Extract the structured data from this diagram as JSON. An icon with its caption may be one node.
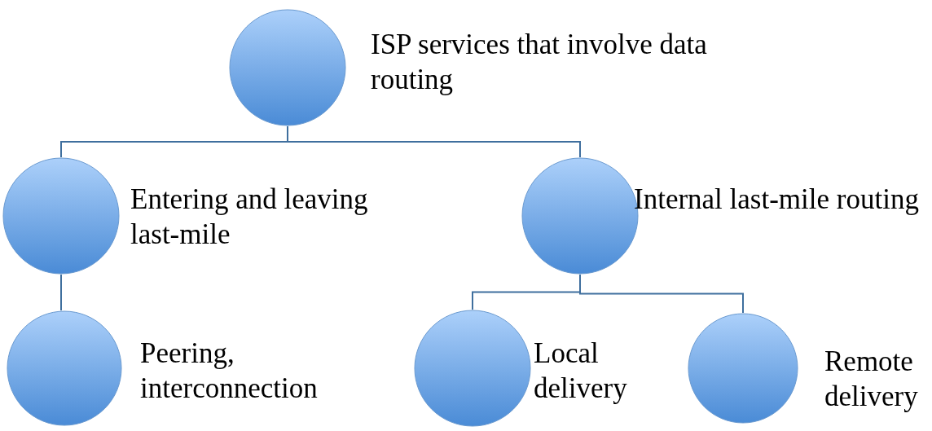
{
  "diagram": {
    "nodes": [
      {
        "text": [
          "ISP services that involve data routing"
        ]
      },
      {
        "text": [
          "Entering and leaving last-mile"
        ]
      },
      {
        "text": [
          "Internal last-mile routing"
        ]
      },
      {
        "text": [
          "Peering, interconnection"
        ]
      },
      {
        "text": [
          "Local delivery"
        ]
      },
      {
        "text": [
          "Remote delivery"
        ]
      }
    ],
    "edges": [
      {
        "from": 0,
        "to": 1,
        "arrow": "none"
      },
      {
        "from": 0,
        "to": 2,
        "arrow": "none"
      },
      {
        "from": 1,
        "to": 3,
        "arrow": "none"
      },
      {
        "from": 2,
        "to": 4,
        "arrow": "none"
      },
      {
        "from": 2,
        "to": 5,
        "arrow": "none"
      }
    ]
  }
}
